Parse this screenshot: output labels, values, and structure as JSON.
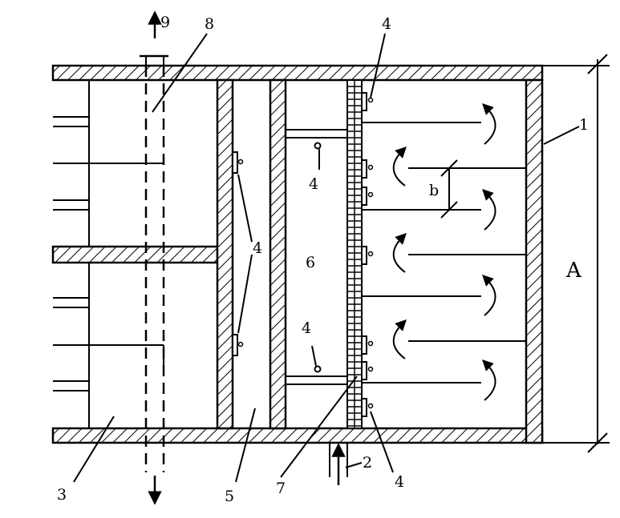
{
  "diagram": {
    "labels": {
      "l1": "1",
      "l2": "2",
      "l3": "3",
      "l4_top": "4",
      "l4_mid_upper": "4",
      "l4_left_group": "4",
      "l4_mid_lower": "4",
      "l4_bottom": "4",
      "l5": "5",
      "l6": "6",
      "l7": "7",
      "l8": "8",
      "l9": "9",
      "lb": "b",
      "lA": "A"
    }
  }
}
